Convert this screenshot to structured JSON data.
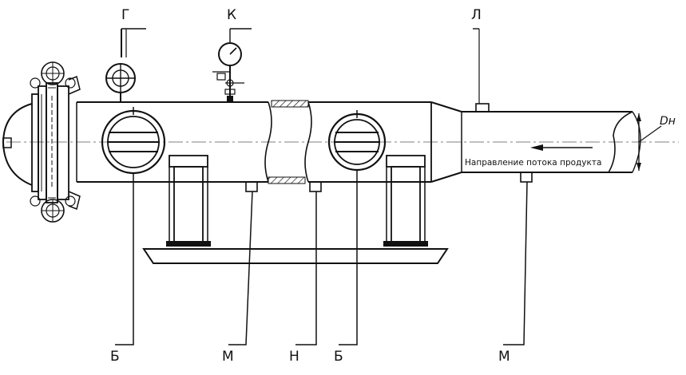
{
  "labels": {
    "top_g": "Г",
    "top_k": "К",
    "top_l": "Л",
    "bottom_b1": "Б",
    "bottom_m1": "М",
    "bottom_n": "Н",
    "bottom_b2": "Б",
    "bottom_m2": "М",
    "diameter": "Dн"
  },
  "flow_text": "Направление потока продукта",
  "colors": {
    "line": "#111111",
    "hatch": "#222222",
    "background": "#ffffff"
  }
}
